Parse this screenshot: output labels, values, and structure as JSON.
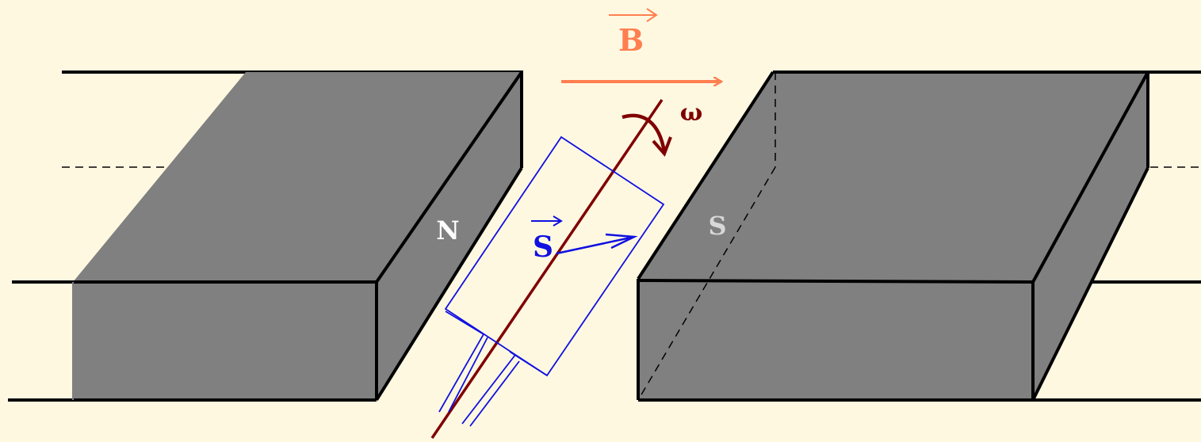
{
  "colors": {
    "background": "#fff8e1",
    "magnet": "#808080",
    "edge": "#000000",
    "field": "#ff7f50",
    "axis": "#800000",
    "coil": "#1010e0",
    "pole_label": "#ffffff"
  },
  "labels": {
    "field_vector": "B",
    "angular_velocity": "ω",
    "surface_vector": "S",
    "north_pole": "N",
    "south_pole": "S"
  }
}
